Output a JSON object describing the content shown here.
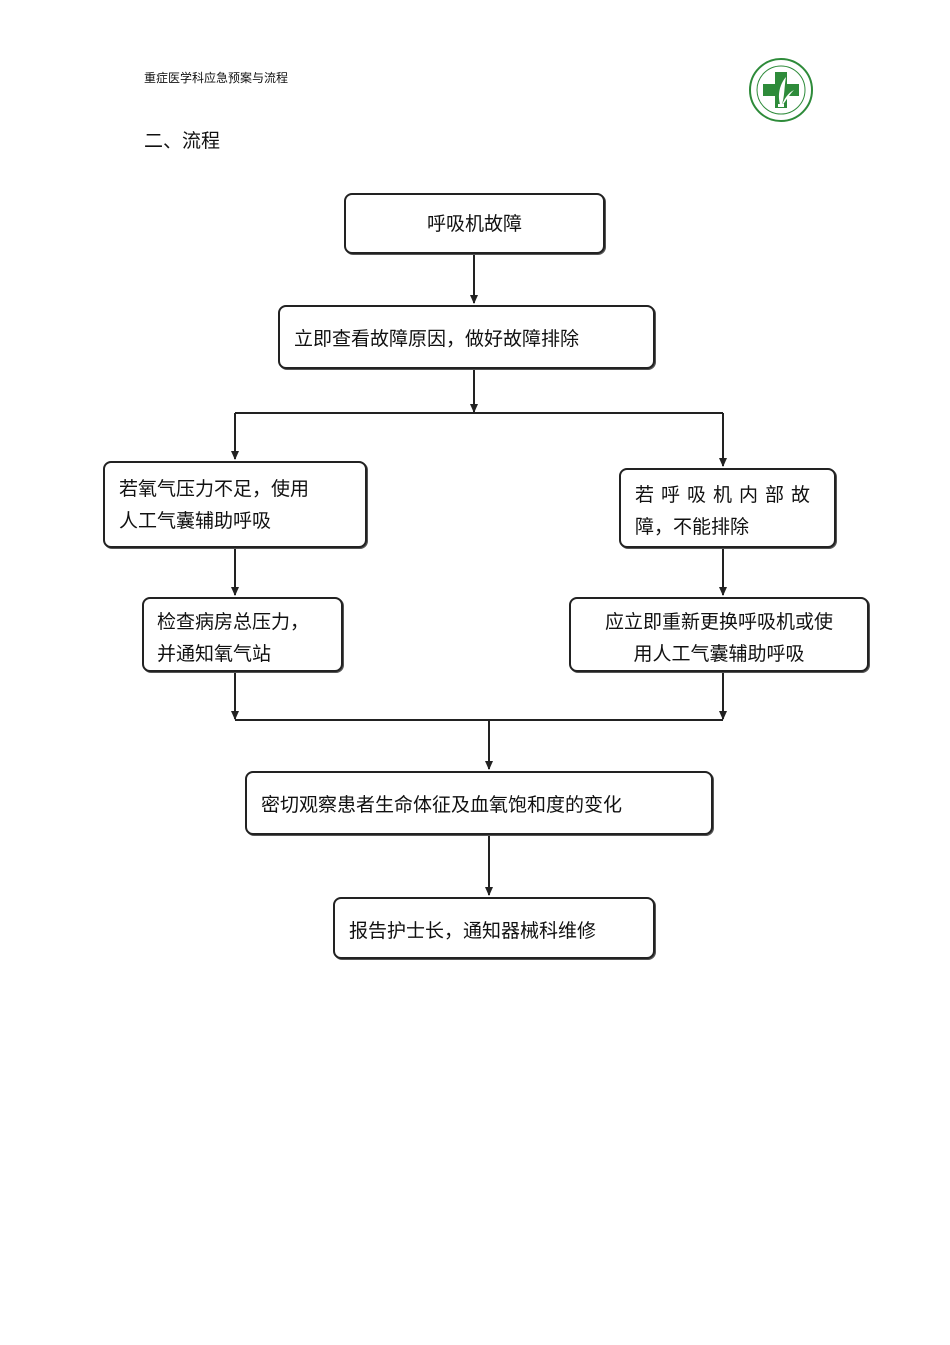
{
  "header": {
    "doc_title": "重症医学科应急预案与流程",
    "logo": "hospital-logo-icon"
  },
  "section": {
    "title": "二、流程"
  },
  "flowchart": {
    "start": "呼吸机故障",
    "step1": "立即查看故障原因，做好故障排除",
    "left_branch": {
      "condition_line1": "若氧气压力不足，使用",
      "condition_line2": "人工气囊辅助呼吸",
      "action_line1": "检查病房总压力，",
      "action_line2": "并通知氧气站"
    },
    "right_branch": {
      "condition_line1": "若呼吸机内部故",
      "condition_line2": "障，不能排除",
      "action_line1": "应立即重新更换呼吸机或使",
      "action_line2": "用人工气囊辅助呼吸"
    },
    "observe": "密切观察患者生命体征及血氧饱和度的变化",
    "report": "报告护士长，通知器械科维修"
  },
  "colors": {
    "line": "#222222",
    "logo_green": "#2e8b3a"
  }
}
